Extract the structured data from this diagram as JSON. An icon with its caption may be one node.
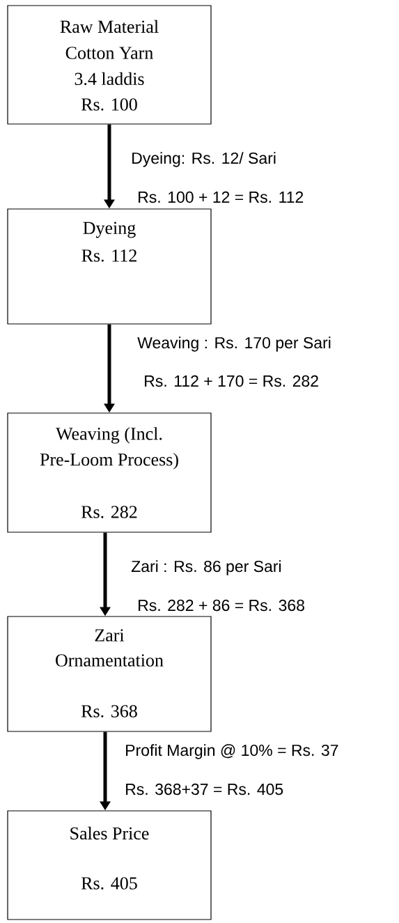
{
  "diagram": {
    "nodes": [
      {
        "text": [
          "Raw Material",
          "Cotton Yarn",
          "3.4 laddis",
          "Rs. 100"
        ]
      },
      {
        "text": [
          "Dyeing",
          "Rs. 112"
        ]
      },
      {
        "text": [
          "Weaving (Incl.",
          "Pre-Loom Process)",
          "Rs. 282"
        ]
      },
      {
        "text": [
          "Zari",
          "Ornamentation",
          "Rs. 368"
        ]
      },
      {
        "text": [
          "Sales Price",
          "Rs. 405"
        ]
      }
    ],
    "edges": [
      {
        "from": 0,
        "to": 1,
        "arrow": "to",
        "label": "Dyeing: Rs. 12/ Sari"
      },
      {
        "from": 1,
        "to": 2,
        "arrow": "to",
        "label": "Weaving : Rs. 170 per Sari"
      },
      {
        "from": 2,
        "to": 3,
        "arrow": "to",
        "label": "Zari : Rs. 86 per Sari"
      },
      {
        "from": 3,
        "to": 4,
        "arrow": "to",
        "label": "Profit Margin @ 10% = Rs. 37"
      }
    ],
    "labels": [
      "Rs. 100 + 12 = Rs. 112",
      "Rs. 112 + 170 = Rs. 282",
      "Rs. 282 + 86 = Rs. 368",
      "Rs. 368+37 = Rs. 405"
    ]
  }
}
